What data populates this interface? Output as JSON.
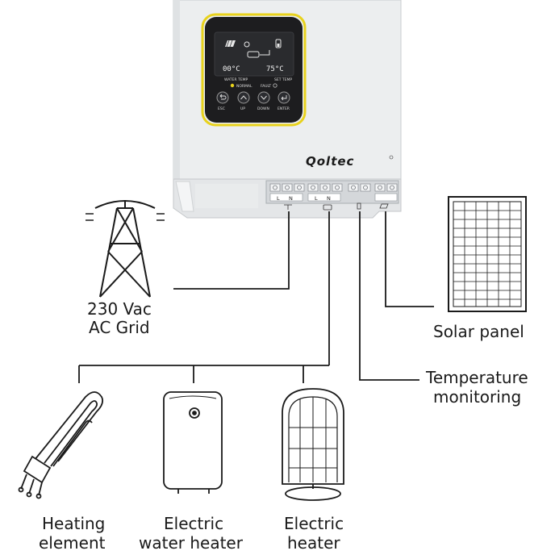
{
  "device": {
    "brand": "Qoltec",
    "display": {
      "temp_left": "00°C",
      "temp_right": "75°C",
      "label_water_temp": "WATER TEMP",
      "label_set_temp": "SET TEMP",
      "label_normal": "NORMAL",
      "label_fault": "FAULT"
    },
    "buttons": [
      {
        "label": "ESC",
        "icon": "return-icon"
      },
      {
        "label": "UP",
        "icon": "chevron-up-icon"
      },
      {
        "label": "DOWN",
        "icon": "chevron-down-icon"
      },
      {
        "label": "ENTER",
        "icon": "enter-icon"
      }
    ],
    "terminals": [
      "L",
      "N",
      "L",
      "N"
    ]
  },
  "labels": {
    "grid_line1": "230 Vac",
    "grid_line2": "AC  Grid",
    "solar": "Solar panel",
    "temp_line1": "Temperature",
    "temp_line2": "monitoring",
    "heating_line1": "Heating",
    "heating_line2": "element",
    "water_line1": "Electric",
    "water_line2": "water heater",
    "heater_line1": "Electric",
    "heater_line2": "heater"
  },
  "colors": {
    "accent_yellow": "#e8d21c",
    "housing": "#eceeef",
    "screen": "#1d1d1f",
    "line": "#1a1a1a"
  }
}
